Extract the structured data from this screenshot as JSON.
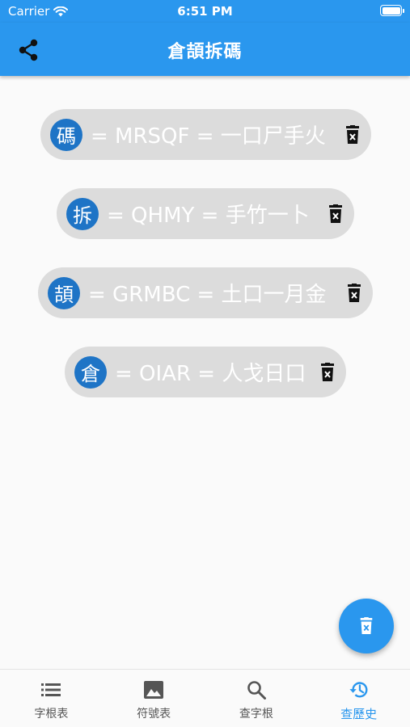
{
  "status_bar": {
    "carrier": "Carrier",
    "time": "6:51 PM"
  },
  "app_bar": {
    "title": "倉頡拆碼",
    "share_icon": "share-icon"
  },
  "history": [
    {
      "char": "碼",
      "text": "= MRSQF = 一口尸手火"
    },
    {
      "char": "拆",
      "text": "= QHMY = 手竹一卜"
    },
    {
      "char": "頡",
      "text": "= GRMBC = 土口一月金"
    },
    {
      "char": "倉",
      "text": "= OIAR = 人戈日口"
    }
  ],
  "fab": {
    "icon": "delete-all-icon"
  },
  "bottom_nav": [
    {
      "label": "字根表",
      "icon": "list-icon"
    },
    {
      "label": "符號表",
      "icon": "image-icon"
    },
    {
      "label": "查字根",
      "icon": "search-icon"
    },
    {
      "label": "查歷史",
      "icon": "history-icon",
      "active": true
    }
  ],
  "colors": {
    "primary": "#2a97ee",
    "avatar": "#1e74c6",
    "chip": "#dcdcdc"
  }
}
